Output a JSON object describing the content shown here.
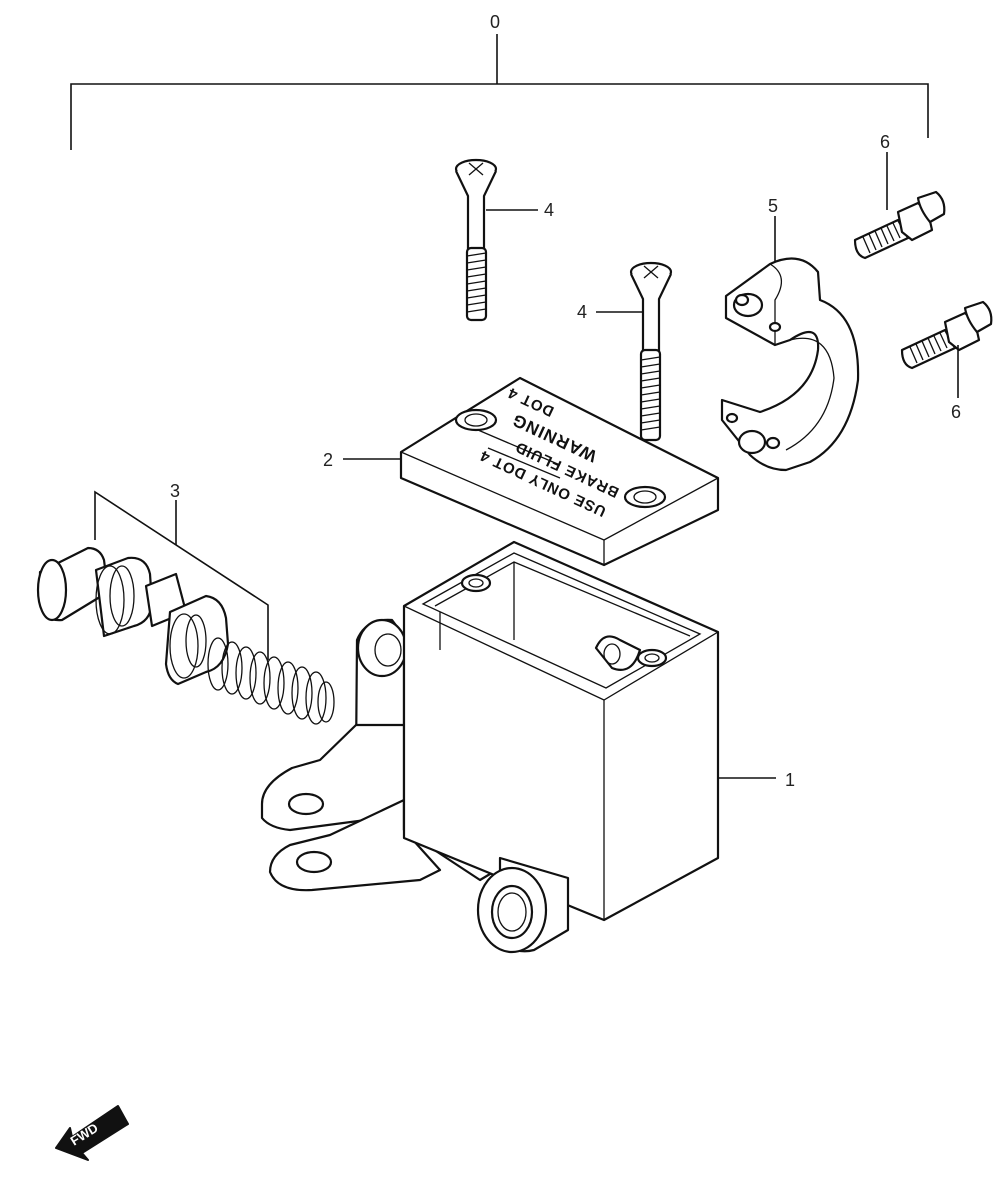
{
  "callouts": {
    "assembly": "0",
    "body": "1",
    "cap": "2",
    "piston": "3",
    "screw_upper": "4",
    "screw_lower": "4",
    "holder": "5",
    "bolt_upper": "6",
    "bolt_lower": "6"
  },
  "cap_decal": {
    "line1": "USE ONLY DOT 4",
    "line2": "BRAKE FLUID",
    "line3": "WARNING",
    "line4": "DOT 4"
  },
  "direction_badge": "FWD"
}
